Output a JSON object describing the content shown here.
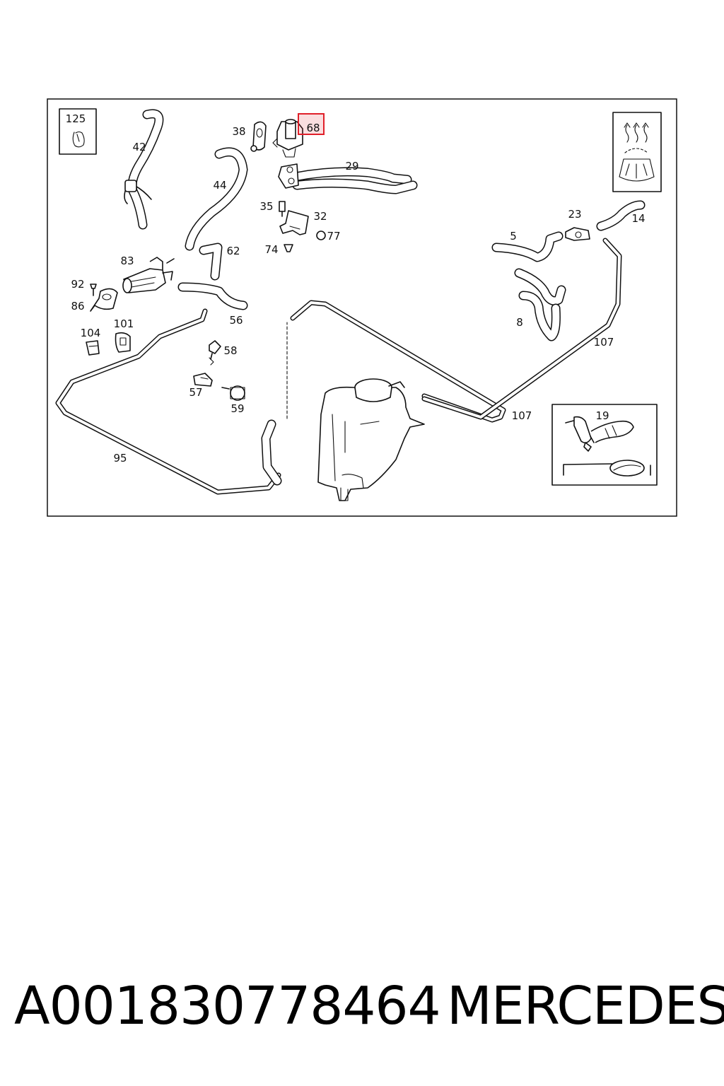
{
  "labels": {
    "p125": "125",
    "p42": "42",
    "p38": "38",
    "p68": "68",
    "p29": "29",
    "p44": "44",
    "p35": "35",
    "p32": "32",
    "p77": "77",
    "p74": "74",
    "p62": "62",
    "p83": "83",
    "p92": "92",
    "p86": "86",
    "p56": "56",
    "p104": "104",
    "p101": "101",
    "p58": "58",
    "p57": "57",
    "p59": "59",
    "p95": "95",
    "p23": "23",
    "p14": "14",
    "p5": "5",
    "p8": "8",
    "p107a": "107",
    "p107b": "107",
    "p19": "19"
  },
  "highlight": {
    "part": "68",
    "color": "#e0202a"
  },
  "caption": {
    "part_number": "A001830778464",
    "brand": "MERCEDES"
  }
}
